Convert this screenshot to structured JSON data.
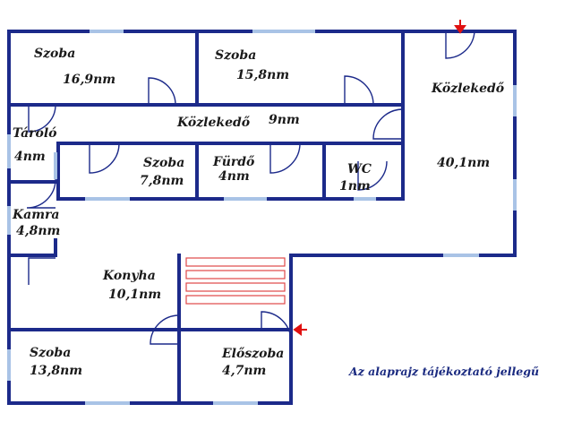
{
  "rooms": [
    {
      "id": "szoba-1",
      "name": "Szoba",
      "area": "16,9nm"
    },
    {
      "id": "szoba-2",
      "name": "Szoba",
      "area": "15,8nm"
    },
    {
      "id": "kozlekedo-east",
      "name": "Közlekedő",
      "area": "40,1nm"
    },
    {
      "id": "kozlekedo-hall",
      "name": "Közlekedő",
      "area": "9nm"
    },
    {
      "id": "tarolo",
      "name": "Tároló",
      "area": "4nm"
    },
    {
      "id": "szoba-3",
      "name": "Szoba",
      "area": "7,8nm"
    },
    {
      "id": "furdo",
      "name": "Fürdő",
      "area": "4nm"
    },
    {
      "id": "wc",
      "name": "WC",
      "area": "1nm"
    },
    {
      "id": "kamra",
      "name": "Kamra",
      "area": "4,8nm"
    },
    {
      "id": "konyha",
      "name": "Konyha",
      "area": "10,1nm"
    },
    {
      "id": "szoba-4",
      "name": "Szoba",
      "area": "13,8nm"
    },
    {
      "id": "eloszoba",
      "name": "Előszoba",
      "area": "4,7nm"
    }
  ],
  "note": "Az alaprajz tájékoztató jellegű",
  "colors": {
    "wall": "#1c2a8a",
    "window": "#a9c3e6",
    "stairs": "#e04848",
    "entrance_arrow": "#e01010"
  }
}
